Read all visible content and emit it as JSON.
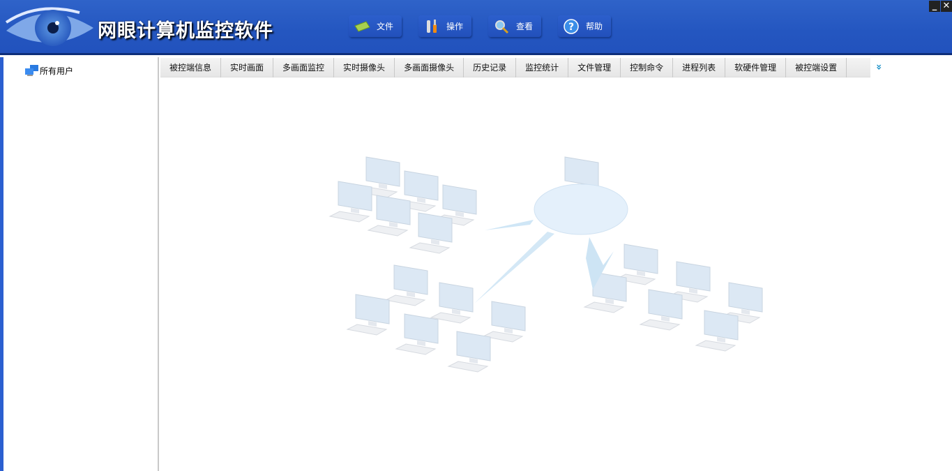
{
  "app": {
    "title": "网眼计算机监控软件"
  },
  "menu": [
    {
      "label": "文件",
      "icon": "file-icon"
    },
    {
      "label": "操作",
      "icon": "tools-icon"
    },
    {
      "label": "查看",
      "icon": "search-icon"
    },
    {
      "label": "帮助",
      "icon": "help-icon"
    }
  ],
  "window": {
    "minimize": "_",
    "close": "✕"
  },
  "sidebar": {
    "root_label": "所有用户"
  },
  "tabs": [
    "被控端信息",
    "实时画面",
    "多画面监控",
    "实时摄像头",
    "多画面摄像头",
    "历史记录",
    "监控统计",
    "文件管理",
    "控制命令",
    "进程列表",
    "软硬件管理",
    "被控端设置"
  ],
  "more": "»"
}
